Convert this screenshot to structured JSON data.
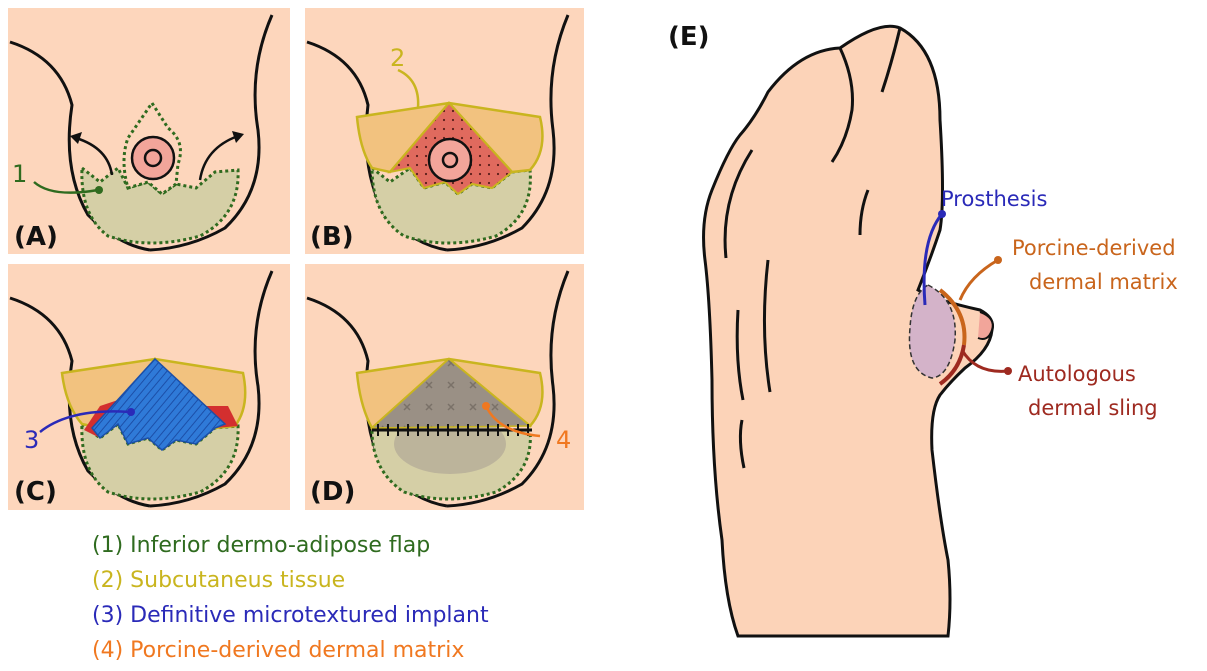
{
  "panels": {
    "a": "(A)",
    "b": "(B)",
    "c": "(C)",
    "d": "(D)",
    "e": "(E)"
  },
  "numbers": {
    "n1": "1",
    "n2": "2",
    "n3": "3",
    "n4": "4"
  },
  "legend": [
    {
      "text": "(1) Inferior dermo-adipose flap",
      "color": "#2f6b1f"
    },
    {
      "text": "(2) Subcutaneus tissue",
      "color": "#c9b51f"
    },
    {
      "text": "(3) Definitive microtextured implant",
      "color": "#2a2ab8"
    },
    {
      "text": "(4) Porcine-derived dermal matrix",
      "color": "#f07820"
    }
  ],
  "callouts": {
    "prosthesis": "Prosthesis",
    "porcine_line1": "Porcine-derived",
    "porcine_line2": "dermal matrix",
    "sling_line1": "Autologous",
    "sling_line2": "dermal sling"
  },
  "colors": {
    "skin": "#fdd6bc",
    "torso": "#fcd3b8",
    "flap": "#d5cfa6",
    "subcutaneous": "#f2c27f",
    "muscle": "#e06a5e",
    "implant": "#2f7ad8",
    "matrix": "#9a9085",
    "prosthesis": "#d4b3c9",
    "green": "#2f6b1f",
    "yellow": "#c9b51f",
    "blue": "#2a2ab8",
    "orange": "#f07820",
    "porcine_e": "#c9651c",
    "sling_e": "#9e2a20"
  }
}
